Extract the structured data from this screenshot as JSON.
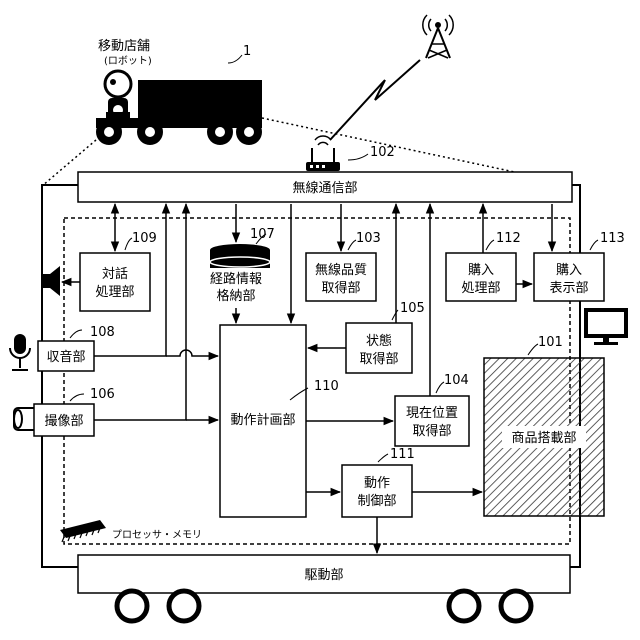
{
  "robot": {
    "title": "移動店舗",
    "subtitle": "(ロボット)",
    "ref": "1"
  },
  "blocks": {
    "wireless_comm": {
      "label": "無線通信部",
      "ref": "102"
    },
    "dialogue": {
      "line1": "対話",
      "line2": "処理部",
      "ref": "109"
    },
    "route_store": {
      "line1": "経路情報",
      "line2": "格納部",
      "ref": "107"
    },
    "wireless_quality": {
      "line1": "無線品質",
      "line2": "取得部",
      "ref": "103"
    },
    "purchase_proc": {
      "line1": "購入",
      "line2": "処理部",
      "ref": "112"
    },
    "purchase_display": {
      "line1": "購入",
      "line2": "表示部",
      "ref": "113"
    },
    "sound_capture": {
      "label": "収音部",
      "ref": "108"
    },
    "camera": {
      "label": "撮像部",
      "ref": "106"
    },
    "status_acq": {
      "line1": "状態",
      "line2": "取得部",
      "ref": "105"
    },
    "motion_plan": {
      "label": "動作計画部",
      "ref": "110"
    },
    "position_acq": {
      "line1": "現在位置",
      "line2": "取得部",
      "ref": "104"
    },
    "goods_load": {
      "label": "商品搭載部",
      "ref": "101"
    },
    "motion_ctrl": {
      "line1": "動作",
      "line2": "制御部",
      "ref": "111"
    },
    "drive": {
      "label": "駆動部"
    }
  },
  "processor_memory": "プロセッサ・メモリ"
}
